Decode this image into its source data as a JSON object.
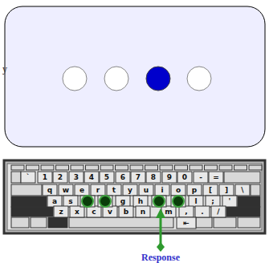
{
  "diagram": {
    "labels": [
      "y",
      "`",
      "1",
      "2",
      "3",
      "4",
      "5",
      "6",
      "7",
      "8",
      "9",
      "0",
      "-",
      "=",
      "q",
      "w",
      "e",
      "r",
      "t",
      "y",
      "u",
      "i",
      "o",
      "p",
      "[",
      "]",
      "\\",
      "a",
      "s",
      "g",
      "h",
      "l",
      ";",
      "'",
      "z",
      "x",
      "c",
      "v",
      "b",
      "n",
      "m",
      ",",
      ".",
      "/",
      "⇤",
      "Response"
    ]
  }
}
